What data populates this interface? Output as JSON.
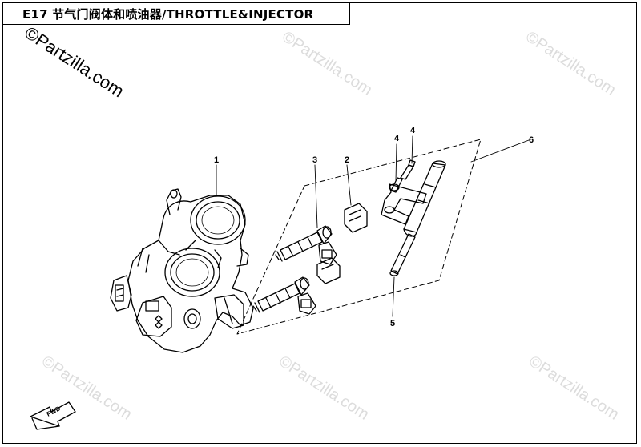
{
  "header": {
    "title": "E17 节气门阀体和喷油器/THROTTLE&INJECTOR"
  },
  "logo": {
    "text": "©Partzilla.com"
  },
  "watermark": {
    "text": "©Partzilla.com"
  },
  "callouts": [
    "1",
    "2",
    "3",
    "4",
    "4",
    "5",
    "6"
  ],
  "fwd": {
    "label": "FWD"
  }
}
